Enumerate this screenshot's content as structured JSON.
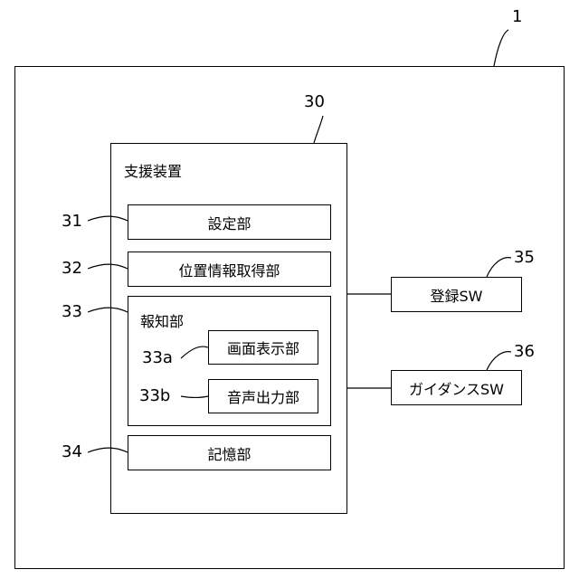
{
  "refs": {
    "r1": "1",
    "r30": "30",
    "r31": "31",
    "r32": "32",
    "r33": "33",
    "r33a": "33a",
    "r33b": "33b",
    "r34": "34",
    "r35": "35",
    "r36": "36"
  },
  "support_device": {
    "title": "支援装置",
    "setting_unit": "設定部",
    "position_info_unit": "位置情報取得部",
    "notification_unit": {
      "title": "報知部",
      "screen_display_unit": "画面表示部",
      "audio_output_unit": "音声出力部"
    },
    "storage_unit": "記憶部"
  },
  "switches": {
    "register_sw": "登録SW",
    "guidance_sw": "ガイダンスSW"
  }
}
